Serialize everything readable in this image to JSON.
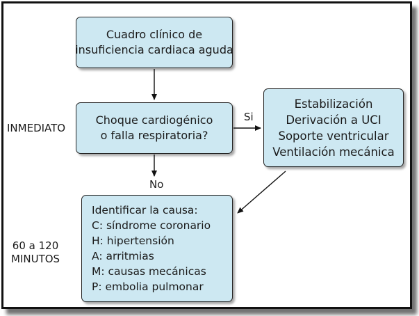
{
  "nodes": {
    "cuadro": [
      "Cuadro clínico de",
      "insuficiencia cardiaca aguda"
    ],
    "choque": [
      "Choque cardiogénico",
      "o falla respiratoria?"
    ],
    "estabilizacion": [
      "Estabilización",
      "Derivación a UCI",
      "Soporte ventricular",
      "Ventilación mecánica"
    ],
    "causa": [
      "Identificar la causa:",
      "C: síndrome coronario",
      "H: hipertensión",
      "A: arritmias",
      "M: causas mecánicas",
      "P: embolia pulmonar"
    ]
  },
  "edge_labels": {
    "si": "Si",
    "no": "No"
  },
  "time_labels": {
    "inmediato": "INMEDIATO",
    "tardio": [
      "60 a 120",
      "MINUTOS"
    ]
  }
}
